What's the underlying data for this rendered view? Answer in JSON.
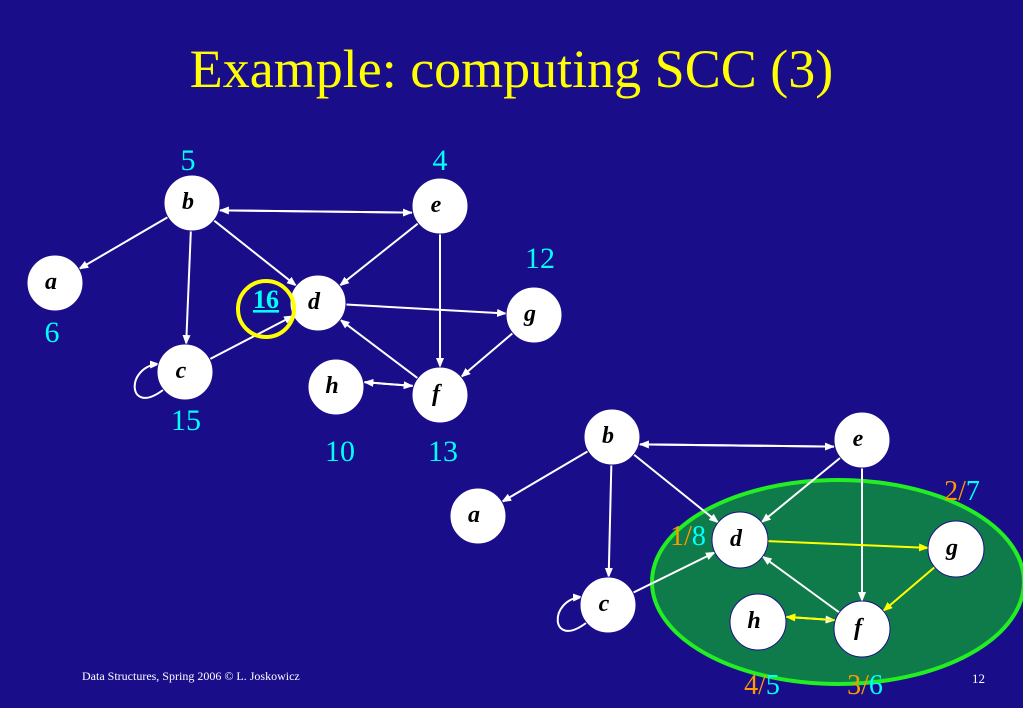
{
  "title": "Example: computing SCC (3)",
  "footer": "Data Structures,  Spring 2006 © L. Joskowicz",
  "page_number": "12",
  "colors": {
    "background": "#1a0d8a",
    "title": "#ffff00",
    "edge": "#ffffff",
    "scc_edge": "#ffff00",
    "number": "#00ffff",
    "discovery": "#ff9900",
    "scc_fill": "#0f7a4a",
    "scc_border": "#22ee22",
    "highlight_ring": "#ffff00"
  },
  "top_graph": {
    "nodes": [
      {
        "id": "a",
        "label": "a"
      },
      {
        "id": "b",
        "label": "b"
      },
      {
        "id": "c",
        "label": "c"
      },
      {
        "id": "d",
        "label": "d"
      },
      {
        "id": "e",
        "label": "e"
      },
      {
        "id": "f",
        "label": "f"
      },
      {
        "id": "g",
        "label": "g"
      },
      {
        "id": "h",
        "label": "h"
      }
    ],
    "edges": [
      [
        "e",
        "b"
      ],
      [
        "b",
        "e"
      ],
      [
        "b",
        "a"
      ],
      [
        "b",
        "c"
      ],
      [
        "b",
        "d"
      ],
      [
        "e",
        "d"
      ],
      [
        "e",
        "f"
      ],
      [
        "d",
        "g"
      ],
      [
        "g",
        "f"
      ],
      [
        "f",
        "d"
      ],
      [
        "f",
        "h"
      ],
      [
        "h",
        "f"
      ],
      [
        "c",
        "c"
      ],
      [
        "c",
        "d"
      ]
    ],
    "labels": {
      "b": "5",
      "e": "4",
      "g": "12",
      "a": "6",
      "c": "15",
      "h": "10",
      "f": "13"
    },
    "highlight": "16"
  },
  "bottom_graph": {
    "nodes": [
      {
        "id": "a",
        "label": "a"
      },
      {
        "id": "b",
        "label": "b"
      },
      {
        "id": "c",
        "label": "c"
      },
      {
        "id": "d",
        "label": "d"
      },
      {
        "id": "e",
        "label": "e"
      },
      {
        "id": "f",
        "label": "f"
      },
      {
        "id": "g",
        "label": "g"
      },
      {
        "id": "h",
        "label": "h"
      }
    ],
    "edges": [
      [
        "e",
        "b"
      ],
      [
        "b",
        "e"
      ],
      [
        "b",
        "a"
      ],
      [
        "b",
        "c"
      ],
      [
        "b",
        "d"
      ],
      [
        "e",
        "d"
      ],
      [
        "e",
        "f"
      ],
      [
        "f",
        "d"
      ],
      [
        "h",
        "f"
      ],
      [
        "c",
        "c"
      ],
      [
        "c",
        "d"
      ]
    ],
    "scc_edges": [
      [
        "d",
        "g"
      ],
      [
        "g",
        "f"
      ],
      [
        "f",
        "h"
      ]
    ],
    "times": {
      "d": {
        "start": "1",
        "finish": "8"
      },
      "g": {
        "start": "2",
        "finish": "7"
      },
      "f": {
        "start": "3",
        "finish": "6"
      },
      "h": {
        "start": "4",
        "finish": "5"
      }
    },
    "separator": "/"
  }
}
